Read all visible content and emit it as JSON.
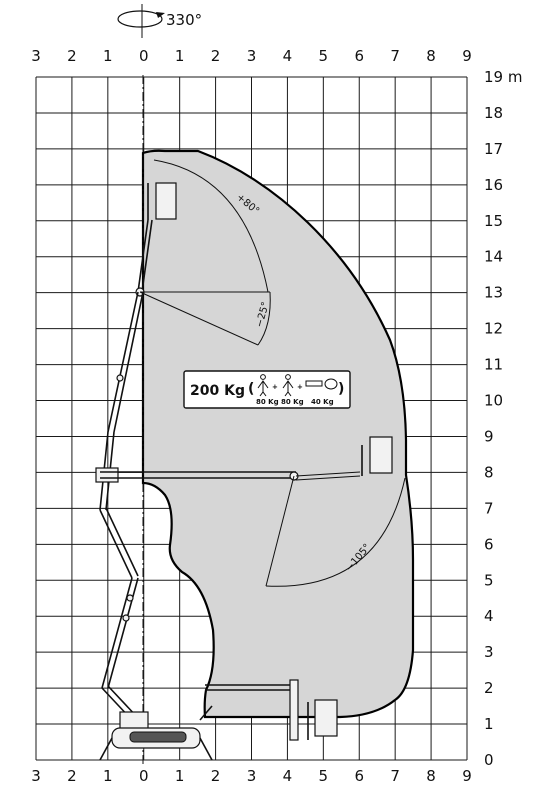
{
  "rotation": {
    "label": "330°"
  },
  "axes": {
    "x_ticks": [
      {
        "v": -3,
        "label": "3"
      },
      {
        "v": -2,
        "label": "2"
      },
      {
        "v": -1,
        "label": "1"
      },
      {
        "v": 0,
        "label": "0"
      },
      {
        "v": 1,
        "label": "1"
      },
      {
        "v": 2,
        "label": "2"
      },
      {
        "v": 3,
        "label": "3"
      },
      {
        "v": 4,
        "label": "4"
      },
      {
        "v": 5,
        "label": "5"
      },
      {
        "v": 6,
        "label": "6"
      },
      {
        "v": 7,
        "label": "7"
      },
      {
        "v": 8,
        "label": "8"
      },
      {
        "v": 9,
        "label": "9"
      }
    ],
    "y_ticks": [
      {
        "v": 0,
        "label": "0"
      },
      {
        "v": 1,
        "label": "1"
      },
      {
        "v": 2,
        "label": "2"
      },
      {
        "v": 3,
        "label": "3"
      },
      {
        "v": 4,
        "label": "4"
      },
      {
        "v": 5,
        "label": "5"
      },
      {
        "v": 6,
        "label": "6"
      },
      {
        "v": 7,
        "label": "7"
      },
      {
        "v": 8,
        "label": "8"
      },
      {
        "v": 9,
        "label": "9"
      },
      {
        "v": 10,
        "label": "10"
      },
      {
        "v": 11,
        "label": "11"
      },
      {
        "v": 12,
        "label": "12"
      },
      {
        "v": 13,
        "label": "13"
      },
      {
        "v": 14,
        "label": "14"
      },
      {
        "v": 15,
        "label": "15"
      },
      {
        "v": 16,
        "label": "16"
      },
      {
        "v": 17,
        "label": "17"
      },
      {
        "v": 18,
        "label": "18"
      },
      {
        "v": 19,
        "label": "19 m"
      }
    ],
    "x_range": [
      -3,
      9
    ],
    "y_range": [
      0,
      19
    ]
  },
  "angles": {
    "top_plus": "+80°",
    "top_minus": "−25°",
    "lower": "−105°"
  },
  "load": {
    "capacity": "200 Kg",
    "person1": "80 Kg",
    "person2": "80 Kg",
    "tools": "40 Kg"
  },
  "colors": {
    "envelope_fill": "#d6d6d6",
    "line": "#111111"
  }
}
